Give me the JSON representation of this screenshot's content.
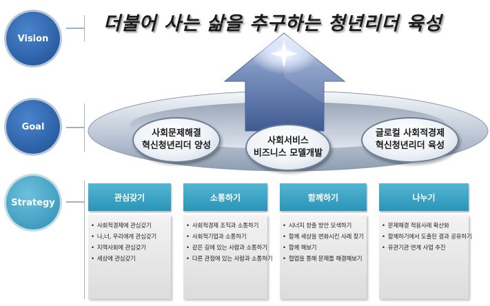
{
  "title": "더불어 사는 삶을 추구하는 청년리더 육성",
  "levels": {
    "vision": "Vision",
    "goal": "Goal",
    "strategy": "Strategy"
  },
  "goals": [
    {
      "line1": "사회문제해결",
      "line2": "혁신청년리더 양성"
    },
    {
      "line1": "사회서비스",
      "line2": "비즈니스 모델개발"
    },
    {
      "line1": "글로컬 사회적경제",
      "line2": "혁신청년리더 육성"
    }
  ],
  "strategies": [
    {
      "title": "관심갖기",
      "items": [
        "사회적경제에 관심갖기",
        "나,너, 우리에게 관심갖기",
        "지역사회에 관심갖기",
        "세상에 관심갖기"
      ]
    },
    {
      "title": "소통하기",
      "items": [
        "사회적경제 조직과 소통하기",
        "사회적기업과 소통하기",
        "같은 길에 있는 사람과 소통하기",
        "다른 관점에 있는 사람과 소통하기"
      ]
    },
    {
      "title": "함께하기",
      "items": [
        "시너지 창출 방안 모색하기",
        "함께 세상을 변화시킨 사례 찾기",
        "함께 해보기",
        "협업을 통해 문제를 해결해보기"
      ]
    },
    {
      "title": "나누기",
      "items": [
        "문제해결 적용사례 확산화",
        "함께하기에서 도출된 결과 공유하기",
        "유관기관 연계 사업 추진"
      ]
    }
  ],
  "colors": {
    "circle_dark": "#2b62a9",
    "circle_teal": "#4fa8c6",
    "header": "#3aa3c4",
    "arrow": "#5b76a6"
  }
}
